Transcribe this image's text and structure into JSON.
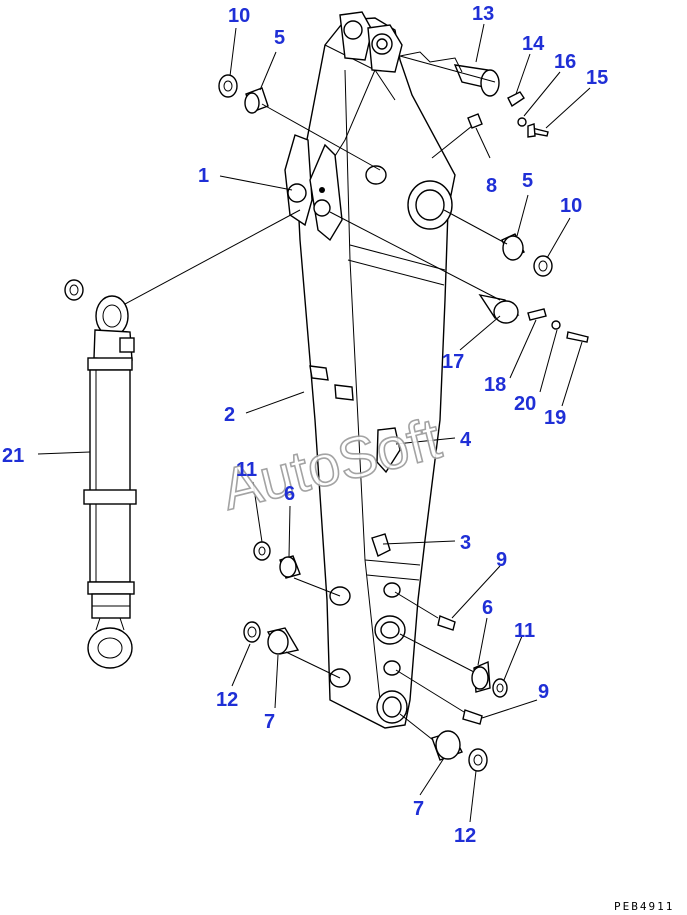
{
  "diagram": {
    "callouts": [
      "1",
      "2",
      "3",
      "4",
      "5",
      "5",
      "6",
      "6",
      "7",
      "7",
      "8",
      "9",
      "9",
      "10",
      "10",
      "11",
      "11",
      "12",
      "12",
      "13",
      "14",
      "15",
      "16",
      "17",
      "18",
      "19",
      "20",
      "21"
    ],
    "watermark": "AutoSoft",
    "drawing_ref": "PEB4911",
    "colors": {
      "callout": "#1f2fd6",
      "line": "#000000",
      "watermark_outline": "#9a9a9a"
    }
  }
}
